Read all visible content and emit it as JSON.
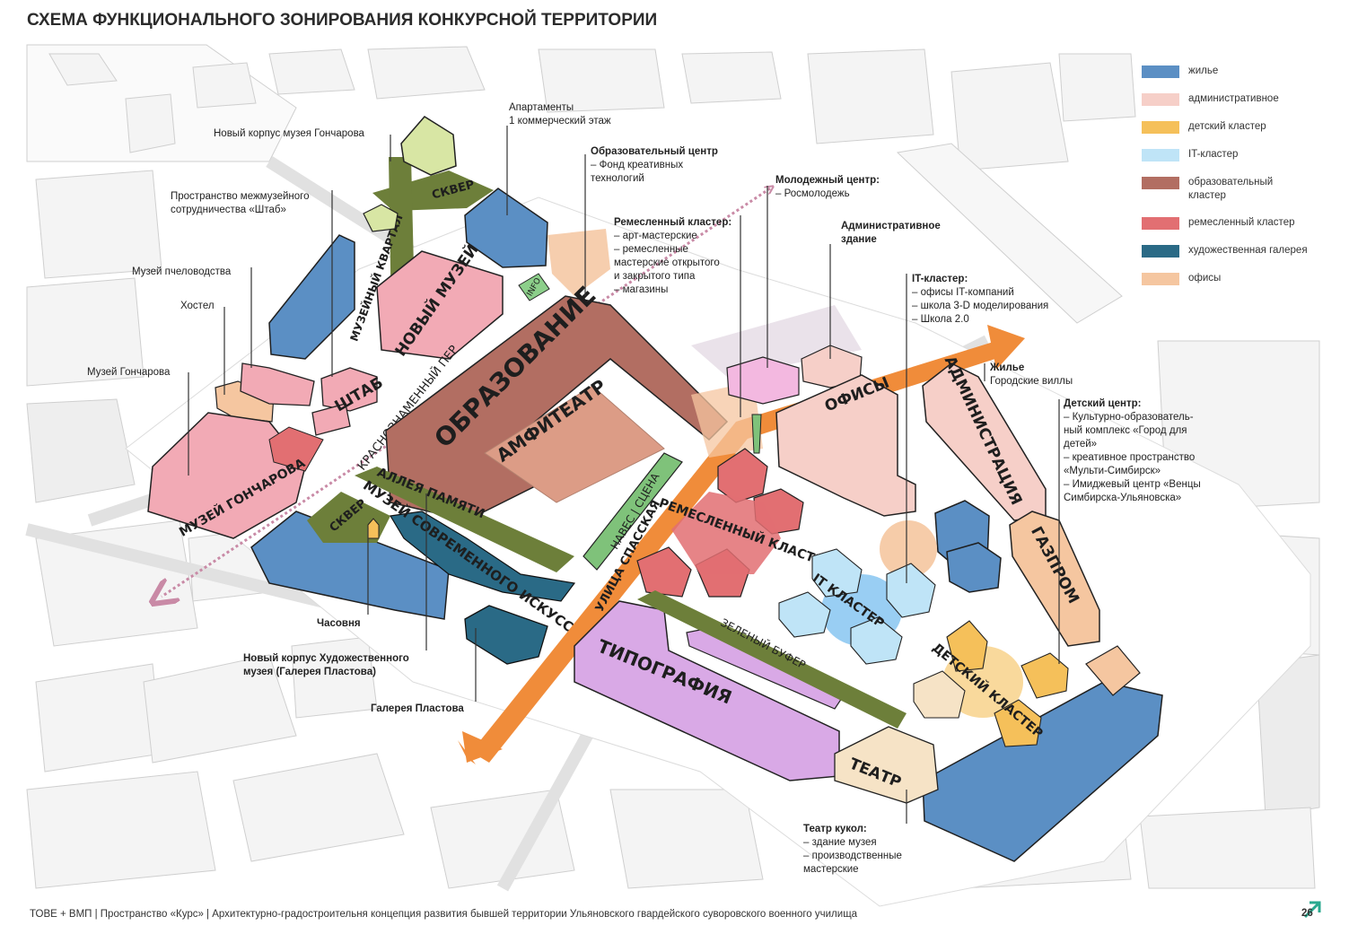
{
  "title": "СХЕМА ФУНКЦИОНАЛЬНОГО ЗОНИРОВАНИЯ КОНКУРСНОЙ ТЕРРИТОРИИ",
  "legend": [
    {
      "label": "жилье",
      "color": "#5b8fc4"
    },
    {
      "label": "административное",
      "color": "#f6cfc8"
    },
    {
      "label": "детский кластер",
      "color": "#f5c05a"
    },
    {
      "label": "IT-кластер",
      "color": "#bfe4f7"
    },
    {
      "label": "образовательный кластер",
      "color": "#b26e62"
    },
    {
      "label": "ремесленный кластер",
      "color": "#e26f72"
    },
    {
      "label": "художественная галерея",
      "color": "#2a6a86"
    },
    {
      "label": "офисы",
      "color": "#f5c6a0"
    }
  ],
  "zones": {
    "skver_top": "СКВЕР",
    "museum_block": "МУЗЕЙНЫЙ КВАРТАЛ",
    "new_museum": "НОВЫЙ МУЗЕЙ",
    "shtab": "ШТАБ",
    "goncharov": "МУЗЕЙ ГОНЧАРОВА",
    "krasnoznamenny": "КРАСНОЗНАМЕННЫЙ ПЕР",
    "education": "ОБРАЗОВАНИЕ",
    "amphitheatre": "АМФИТЕАТР",
    "info": "INFO",
    "alley": "АЛЛЕЯ ПАМЯТИ",
    "skver_bottom": "СКВЕР",
    "modern_art": "МУЗЕЙ СОВРЕМЕННОГО ИСКУССТВА",
    "canopy": "НАВЕС | СЦЕНА",
    "spasskaya": "УЛИЦА СПАССКАЯ",
    "craft": "РЕМЕСЛЕННЫЙ КЛАСТЕР",
    "offices": "ОФИСЫ",
    "it": "IT КЛАСТЕР",
    "administration": "АДМИНИСТРАЦИЯ",
    "gazprom": "ГАЗПРОМ",
    "kids": "ДЕТСКИЙ КЛАСТЕР",
    "typography": "ТИПОГРАФИЯ",
    "green_buffer": "ЗЕЛЕНЫЙ БУФЕР",
    "theatre": "ТЕАТР"
  },
  "callouts": {
    "apartments": {
      "lines": [
        "Апартаменты",
        "1 коммерческий этаж"
      ]
    },
    "new_goncharov": {
      "lines": [
        "Новый корпус музея Гончарова"
      ]
    },
    "inter_museum": {
      "lines": [
        "Пространство межмузейного",
        "сотрудничества «Штаб»"
      ]
    },
    "bee_museum": {
      "lines": [
        "Музей пчеловодства"
      ]
    },
    "hostel": {
      "lines": [
        "Хостел"
      ]
    },
    "goncharov_museum": {
      "lines": [
        "Музей Гончарова"
      ]
    },
    "edu_center": {
      "head": "Образовательный центр",
      "lines": [
        "– Фонд креативных",
        "технологий"
      ]
    },
    "youth_center": {
      "head": "Молодежный центр:",
      "lines": [
        "– Росмолодежь"
      ]
    },
    "craft_cluster": {
      "head": "Ремесленный кластер:",
      "lines": [
        "– арт-мастерские",
        "– ремесленные",
        "мастерские открытого",
        "и закрытого типа",
        "– магазины"
      ]
    },
    "admin_building": {
      "head": "Административное",
      "lines": [
        "здание"
      ]
    },
    "it_cluster": {
      "head": "IT-кластер:",
      "lines": [
        "– офисы IT-компаний",
        "– школа 3-D моделирования",
        "– Школа 2.0"
      ]
    },
    "housing": {
      "head": "Жилье",
      "lines": [
        "Городские виллы"
      ]
    },
    "kids_center": {
      "head": "Детский центр:",
      "lines": [
        "– Культурно-образователь-",
        "ный комплекс «Город для",
        "детей»",
        "– креативное пространство",
        "«Мульти-Симбирск»",
        "– Имиджевый центр «Венцы",
        "Симбирска-Ульяновска»"
      ]
    },
    "chapel": {
      "head": "Часовня",
      "lines": []
    },
    "new_art_museum": {
      "head": "Новый корпус Художественного",
      "lines": [
        "музея (Галерея Пластова)"
      ]
    },
    "plastov_gallery": {
      "head": "Галерея Пластова",
      "lines": []
    },
    "puppet_theatre": {
      "head": "Театр кукол:",
      "lines": [
        "– здание музея",
        "– производственные",
        "мастерские"
      ]
    }
  },
  "footer": "ТОВЕ + ВМП | Пространство «Курс» | Архитектурно-градостроительня концепция развития бывшей территории Ульяновского гвардейского суворовского военного училища",
  "page_number": "26"
}
